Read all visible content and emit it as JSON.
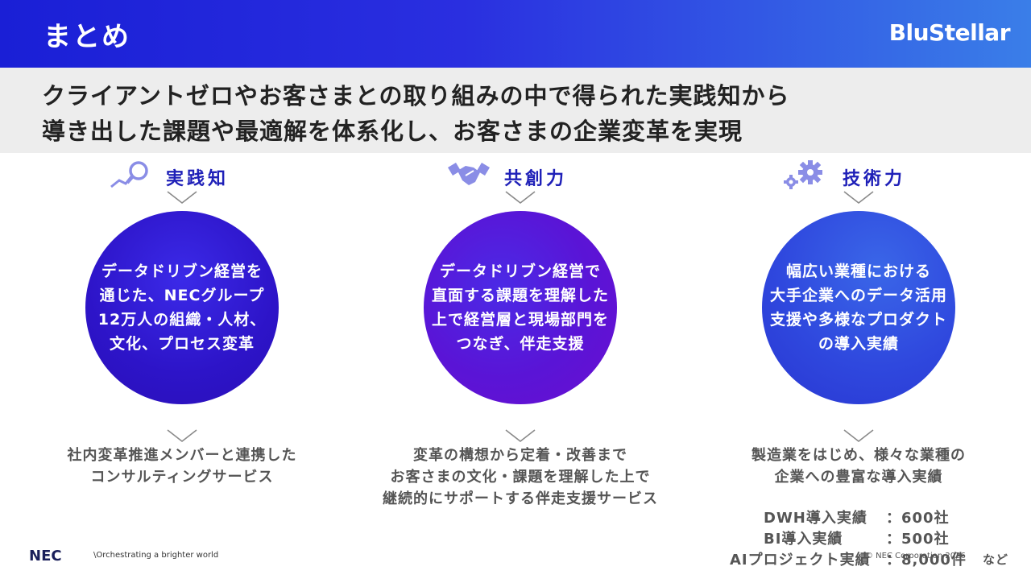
{
  "header": {
    "title": "まとめ",
    "brand": "BluStellar"
  },
  "lead": {
    "line1": "クライアントゼロやお客さまとの取り組みの中で得られた実践知から",
    "line2": "導き出した課題や最適解を体系化し、お客さまの企業変革を実現"
  },
  "columns": [
    {
      "icon": "magnifier-chart-icon",
      "label": "実践知",
      "circle": "データドリブン経営を\n通じた、NECグループ\n12万人の組織・人材、\n文化、プロセス変革",
      "desc": "社内変革推進メンバーと連携した\nコンサルティングサービス"
    },
    {
      "icon": "handshake-icon",
      "label": "共創力",
      "circle": "データドリブン経営で\n直面する課題を理解した\n上で経営層と現場部門を\nつなぎ、伴走支援",
      "desc": "変革の構想から定着・改善まで\nお客さまの文化・課題を理解した上で\n継続的にサポートする伴走支援サービス"
    },
    {
      "icon": "gears-icon",
      "label": "技術力",
      "circle": "幅広い業種における\n大手企業へのデータ活用\n支援や多様なプロダクト\nの導入実績",
      "desc": "製造業をはじめ、様々な業種の\n企業への豊富な導入実績"
    }
  ],
  "stats": [
    {
      "label": "DWH導入実績",
      "value": "：600社"
    },
    {
      "label": "BI導入実績",
      "value": "：500社"
    },
    {
      "label": "AIプロジェクト実績",
      "value": "：8,000件",
      "suffix": "など"
    }
  ],
  "footer": {
    "logo": "NEC",
    "tagline": "\\Orchestrating a brighter world",
    "copyright": "© NEC Corporation 2026"
  },
  "colors": {
    "accent": "#1f20b8",
    "header_start": "#1a1fd6",
    "header_end": "#3a7ee8"
  }
}
